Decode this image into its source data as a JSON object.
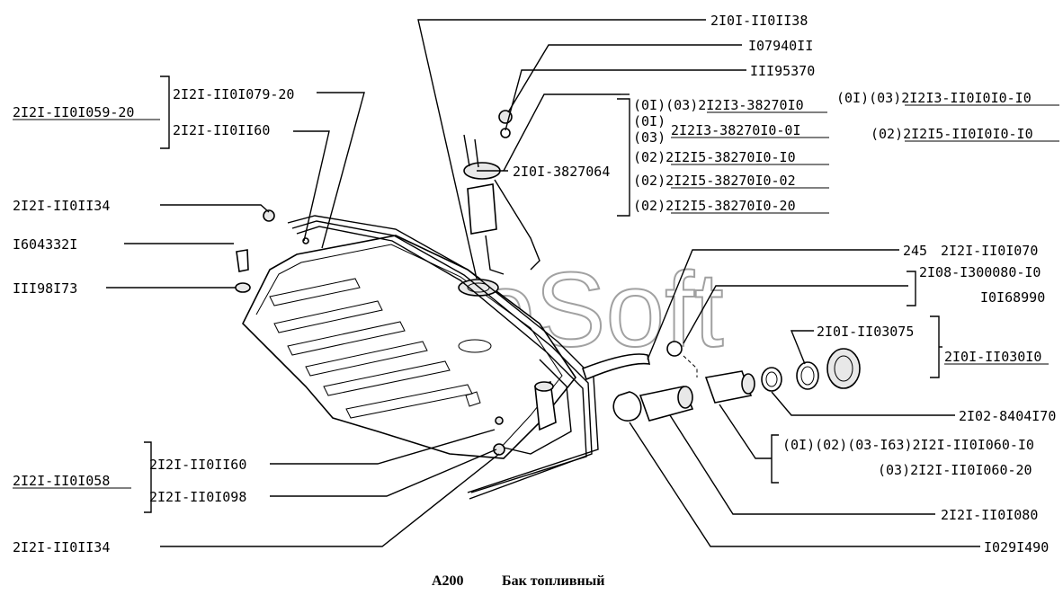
{
  "watermark": "AutoSoft",
  "caption": {
    "code": "A200",
    "title": "Бак топливный"
  },
  "labels": {
    "l_2101_1101138": "2I0I-II0II38",
    "l_1079401": "I07940II",
    "l_11195370": "III95370",
    "l_01_03_2121_3_382710": "(0I)(03)2I2I3-38270I0",
    "l_01_03_b": "(0I)",
    "l_03_b": "(03)",
    "l_21213_38271_01": "2I2I3-38270I0-0I",
    "l_02_21215_382710_10": "(02)2I2I5-38270I0-I0",
    "l_02_21215_382710_02": "(02)2I2I5-38270I0-02",
    "l_02_21215_382710_20": "(02)2I2I5-38270I0-20",
    "l_2101_3827064": "2I0I-3827064",
    "l_01_03_21213_1101010_10": "(0I)(03)2I2I3-II0I0I0-I0",
    "l_02_21215_1101010_10": "(02)2I2I5-II0I0I0-I0",
    "l_2121_1101059_20": "2I2I-II0I059-20",
    "l_2121_1101079_20": "2I2I-II0I079-20",
    "l_2121_1101160_top": "2I2I-II0II60",
    "l_2121_1101134_top": "2I2I-II0II34",
    "l_1604332": "I604332I",
    "l_1198173": "III98I73",
    "l_245": "245",
    "l_2121_1101070": "2I2I-II0I070",
    "l_2108_1300080_10": "2I08-I300080-I0",
    "l_10168990": "I0I68990",
    "l_2101_1103075": "2I0I-II03075",
    "l_2101_1103010": "2I0I-II030I0",
    "l_2102_8404170": "2I02-8404I70",
    "l_01_02_03_163": "(0I)(02)(03-I63)2I2I-II0I060-I0",
    "l_03_2121_1101060_20": "(03)2I2I-II0I060-20",
    "l_2121_1101080": "2I2I-II0I080",
    "l_1029149": "I029I490",
    "l_2121_1101058": "2I2I-II0I058",
    "l_2121_1101160_bot": "2I2I-II0II60",
    "l_2121_1101098": "2I2I-II0I098",
    "l_2121_1101134_bot": "2I2I-II0II34"
  }
}
